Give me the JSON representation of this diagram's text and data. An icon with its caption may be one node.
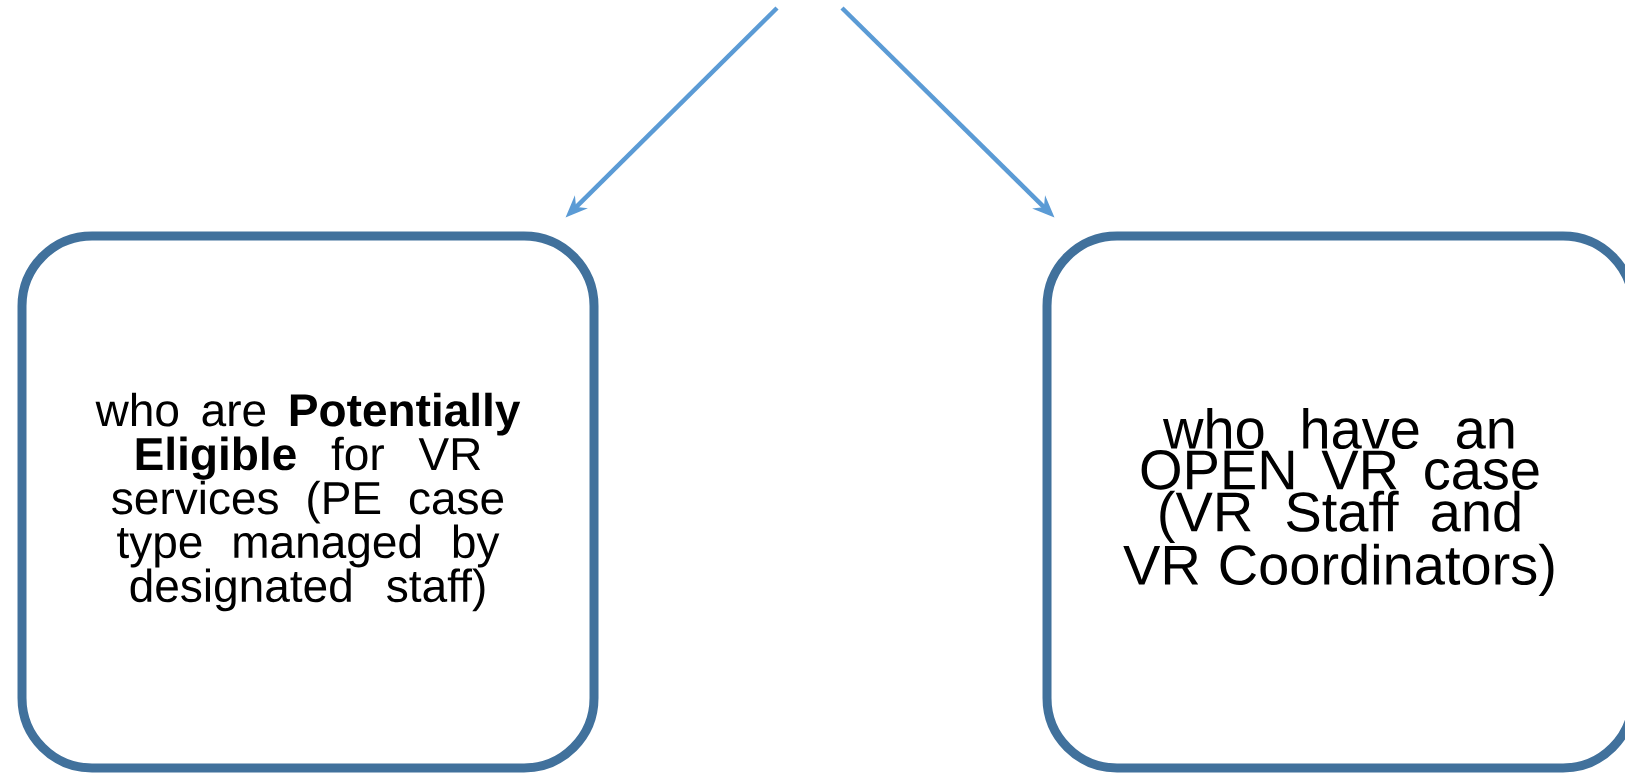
{
  "diagram": {
    "nodes": [
      {
        "text": [
          "who are **Potentially Eligible** for VR services (PE case type managed by designated staff)"
        ]
      },
      {
        "text": [
          "who have an OPEN VR case (VR Staff and VR Coordinators)"
        ]
      }
    ],
    "edges": [
      {
        "from": null,
        "to": 0,
        "arrow": "to"
      },
      {
        "from": null,
        "to": 1,
        "arrow": "to"
      }
    ]
  }
}
